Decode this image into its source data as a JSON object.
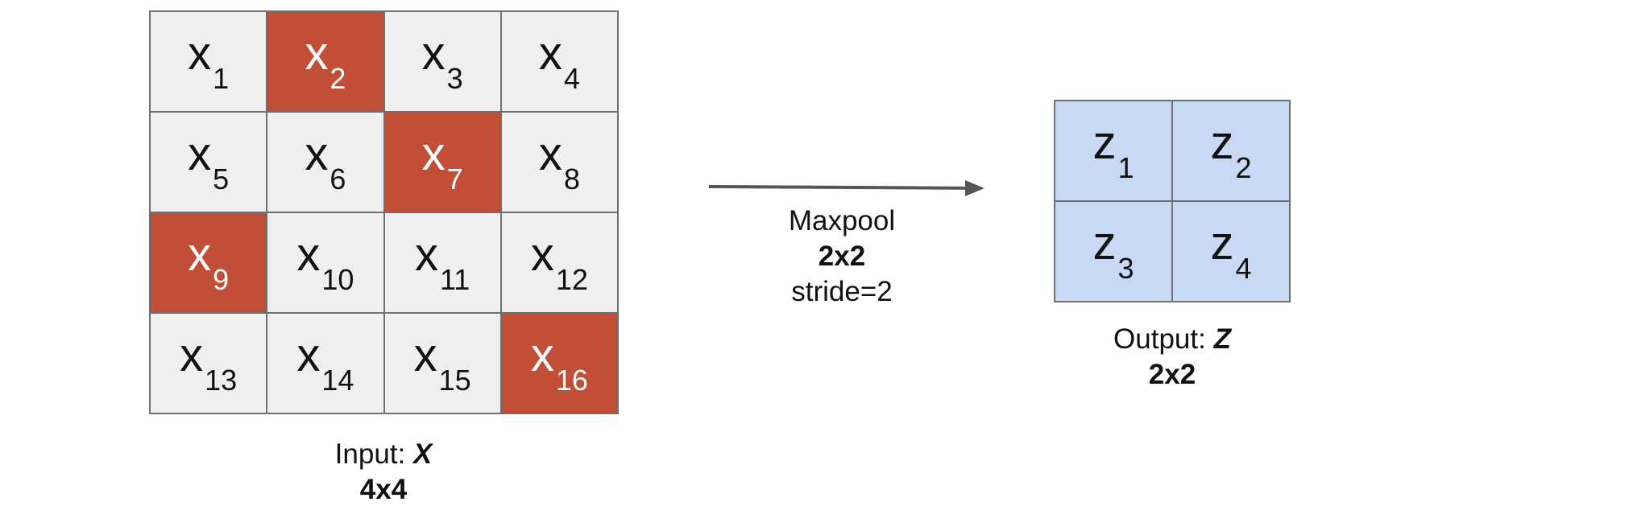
{
  "input": {
    "symbol": "x",
    "cells": [
      {
        "sub": "1",
        "max": false
      },
      {
        "sub": "2",
        "max": true
      },
      {
        "sub": "3",
        "max": false
      },
      {
        "sub": "4",
        "max": false
      },
      {
        "sub": "5",
        "max": false
      },
      {
        "sub": "6",
        "max": false
      },
      {
        "sub": "7",
        "max": true
      },
      {
        "sub": "8",
        "max": false
      },
      {
        "sub": "9",
        "max": true
      },
      {
        "sub": "10",
        "max": false
      },
      {
        "sub": "11",
        "max": false
      },
      {
        "sub": "12",
        "max": false
      },
      {
        "sub": "13",
        "max": false
      },
      {
        "sub": "14",
        "max": false
      },
      {
        "sub": "15",
        "max": false
      },
      {
        "sub": "16",
        "max": true
      }
    ],
    "caption_label": "Input: ",
    "caption_var": "X",
    "caption_size": "4x4"
  },
  "operation": {
    "name": "Maxpool",
    "kernel": "2x2",
    "stride": "stride=2"
  },
  "output": {
    "symbol": "z",
    "cells": [
      {
        "sub": "1"
      },
      {
        "sub": "2"
      },
      {
        "sub": "3"
      },
      {
        "sub": "4"
      }
    ],
    "caption_label": "Output: ",
    "caption_var": "Z",
    "caption_size": "2x2"
  },
  "colors": {
    "max_cell": "#c14e36",
    "input_cell": "#efefef",
    "output_cell": "#c9d8f3",
    "arrow": "#555555"
  }
}
